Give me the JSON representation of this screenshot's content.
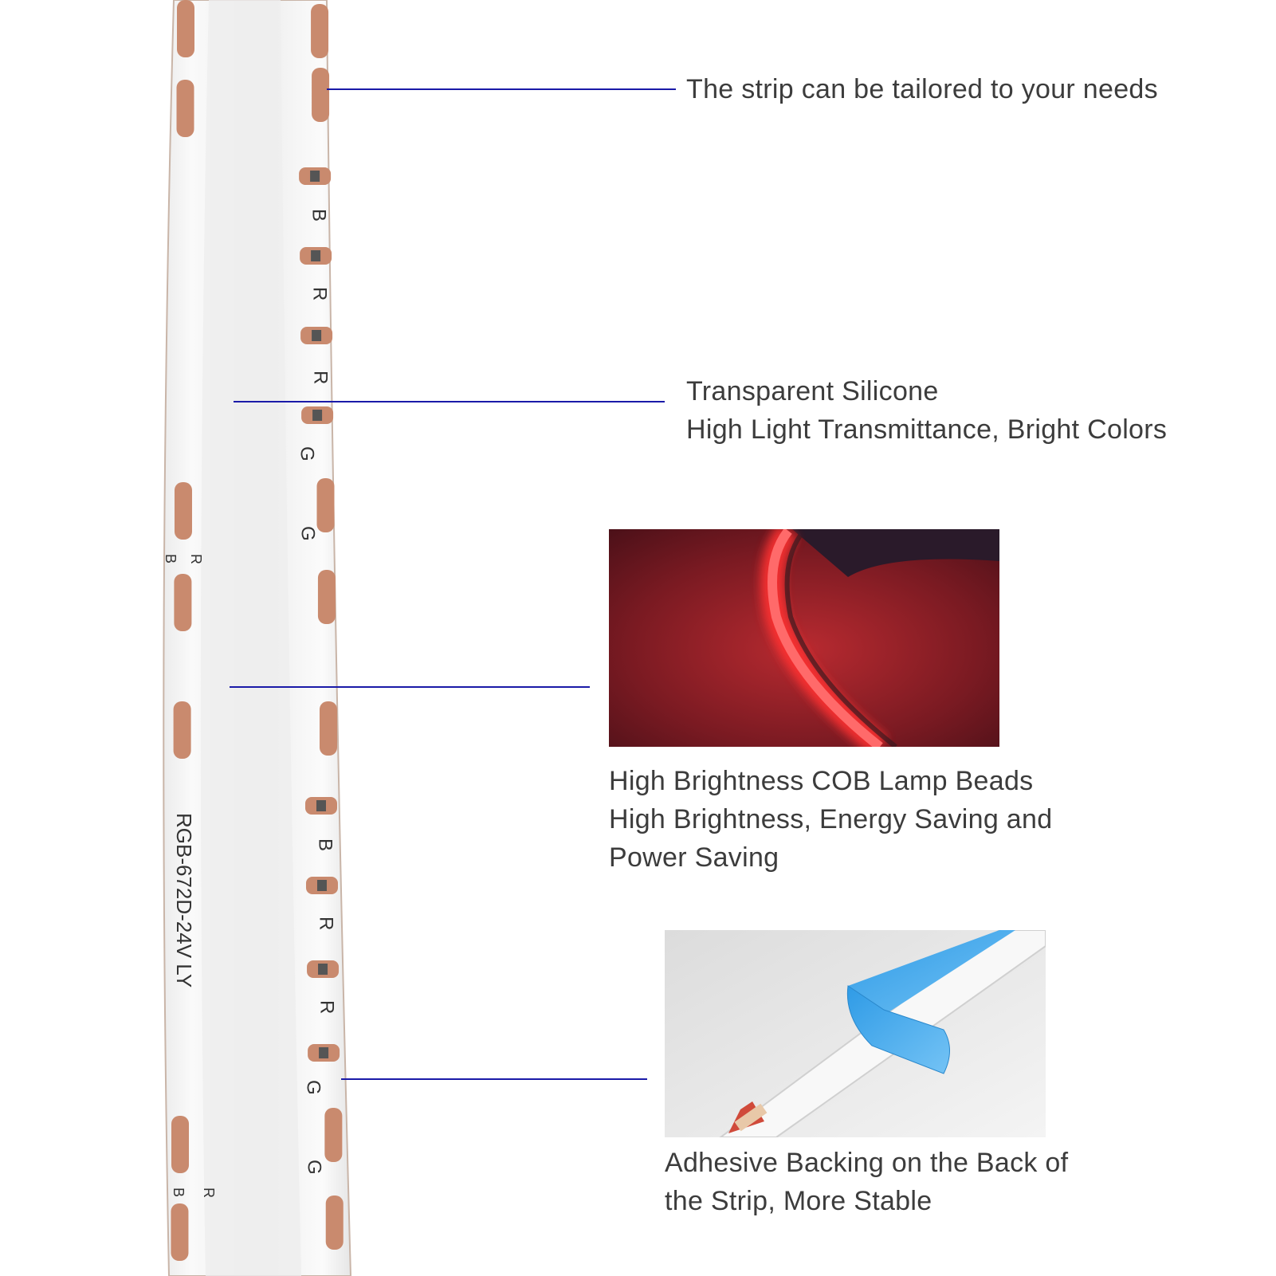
{
  "colors": {
    "leader_line": "#1a1aa8",
    "strip_white": "#f7f7f7",
    "strip_edge": "#b89a8a",
    "copper_pad": "#c98a6e",
    "text": "#3c3c3c",
    "red_glow": "#ff2a2a",
    "blue_film": "#3aa8ee"
  },
  "strip": {
    "model_label": "RGB-672D-24V  LY",
    "pad_letters": [
      "B",
      "R",
      "R",
      "G",
      "G",
      "B",
      "R",
      "R",
      "G",
      "G"
    ],
    "small_marks": [
      "R",
      "B",
      "R",
      "B"
    ]
  },
  "callouts": [
    {
      "lines": [
        "The strip can be tailored to your needs"
      ]
    },
    {
      "lines": [
        "Transparent Silicone",
        "High Light Transmittance, Bright Colors"
      ]
    },
    {
      "lines": [
        "High Brightness COB Lamp Beads",
        "High Brightness, Energy Saving and",
        "Power Saving"
      ]
    },
    {
      "lines": [
        "Adhesive Backing on the Back of",
        "the Strip, More Stable"
      ]
    }
  ]
}
